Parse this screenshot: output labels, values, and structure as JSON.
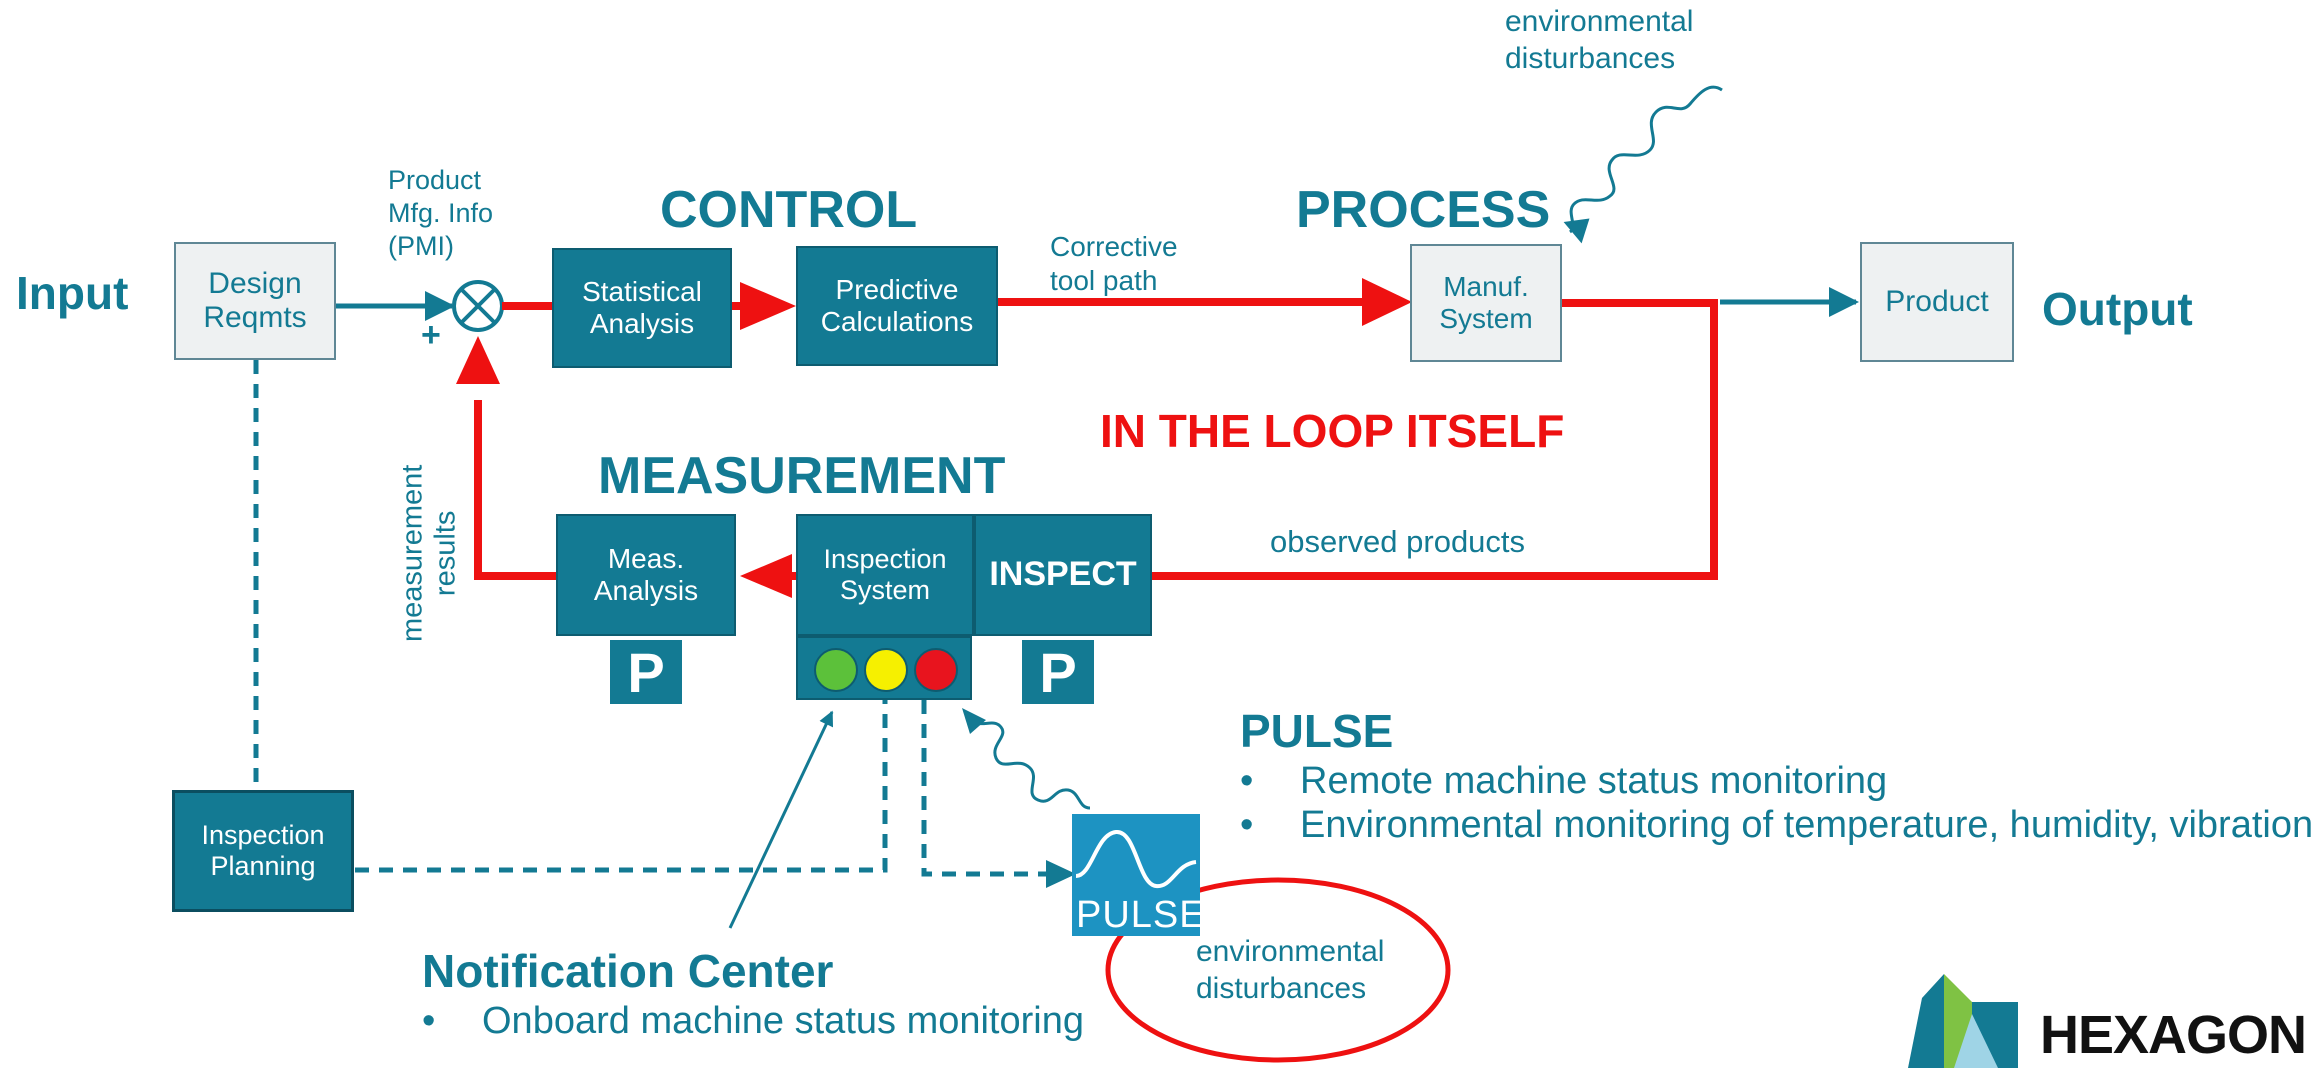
{
  "labels": {
    "input": "Input",
    "output": "Output",
    "env_top": "environmental\ndisturbances",
    "pmi": "Product\nMfg. Info\n(PMI)",
    "plus": "+",
    "corrective": "Corrective\ntool path",
    "loop_itself": "IN THE LOOP ITSELF",
    "observed": "observed products",
    "measurement_results": "measurement\nresults",
    "env_bottom": "environmental\ndisturbances",
    "pulse_logo_text": "PULSE"
  },
  "headings": {
    "control": "CONTROL",
    "process": "PROCESS",
    "measurement": "MEASUREMENT"
  },
  "boxes": {
    "design": "Design\nReqmts",
    "statistical": "Statistical\nAnalysis",
    "predictive": "Predictive\nCalculations",
    "manuf": "Manuf.\nSystem",
    "product": "Product",
    "meas_analysis": "Meas.\nAnalysis",
    "inspection_system": "Inspection\nSystem",
    "inspect": "INSPECT",
    "inspection_planning": "Inspection\nPlanning"
  },
  "badges": {
    "p1": "P",
    "p2": "P"
  },
  "pulse": {
    "title": "PULSE",
    "bullets": [
      "Remote machine status monitoring",
      "Environmental monitoring of temperature, humidity, vibration"
    ]
  },
  "notification": {
    "title": "Notification Center",
    "bullets": [
      "Onboard machine status monitoring"
    ]
  },
  "logo": {
    "text": "HEXAGON"
  },
  "colors": {
    "teal": "#137a93",
    "red": "#ee1111",
    "green": "#5cc13a",
    "yellow": "#f6f000",
    "light_red": "#e8141e"
  }
}
